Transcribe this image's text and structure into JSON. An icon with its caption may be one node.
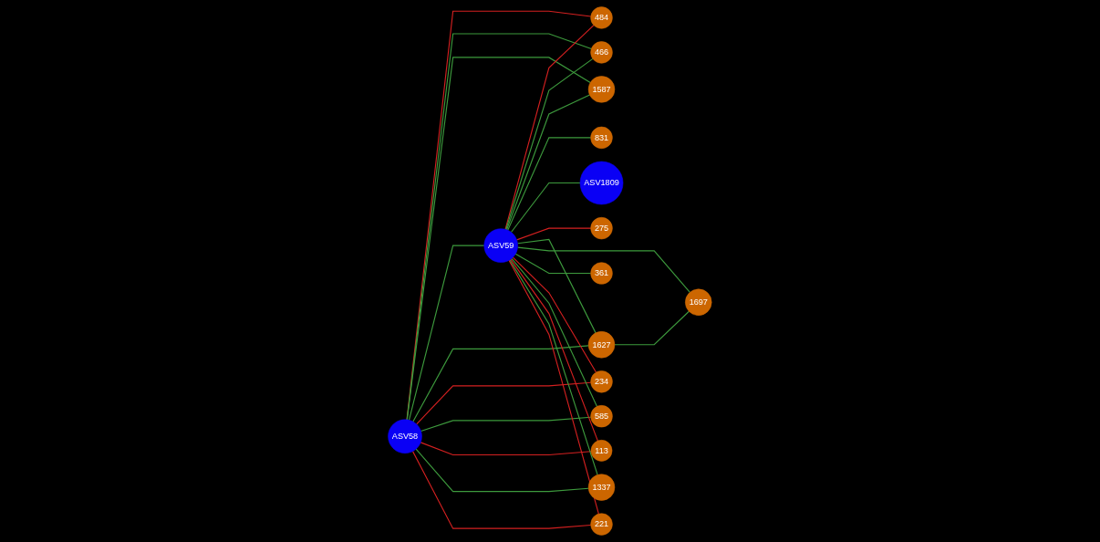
{
  "diagram": {
    "nodes": [
      {
        "text": [
          "ASV58"
        ]
      },
      {
        "text": [
          "1627"
        ]
      },
      {
        "text": [
          "1697"
        ]
      },
      {
        "text": [
          "484"
        ]
      },
      {
        "text": [
          "234"
        ]
      },
      {
        "text": [
          "361"
        ]
      },
      {
        "text": [
          "585"
        ]
      },
      {
        "text": [
          "1587"
        ]
      },
      {
        "text": [
          "113"
        ]
      },
      {
        "text": [
          "466"
        ]
      },
      {
        "text": [
          "1337"
        ]
      },
      {
        "text": [
          "221"
        ]
      },
      {
        "text": [
          "ASV59"
        ]
      },
      {
        "text": [
          "831"
        ]
      },
      {
        "text": [
          "275"
        ]
      },
      {
        "text": [
          "ASV1809"
        ]
      }
    ],
    "edges": [
      {
        "from": 0,
        "to": 3,
        "arrow": "none",
        "color": "#d42020"
      },
      {
        "from": 0,
        "to": 9,
        "arrow": "none"
      },
      {
        "from": 0,
        "to": 7,
        "arrow": "none"
      },
      {
        "from": 0,
        "to": 12,
        "arrow": "none"
      },
      {
        "from": 0,
        "to": 1,
        "arrow": "none"
      },
      {
        "from": 0,
        "to": 4,
        "arrow": "none",
        "color": "#d42020"
      },
      {
        "from": 0,
        "to": 6,
        "arrow": "none"
      },
      {
        "from": 0,
        "to": 8,
        "arrow": "none",
        "color": "#d42020"
      },
      {
        "from": 0,
        "to": 10,
        "arrow": "none"
      },
      {
        "from": 0,
        "to": 11,
        "arrow": "none",
        "color": "#d42020"
      },
      {
        "from": 1,
        "to": 2,
        "arrow": "none"
      },
      {
        "from": 12,
        "to": 3,
        "arrow": "none",
        "color": "#d42020"
      },
      {
        "from": 12,
        "to": 9,
        "arrow": "none"
      },
      {
        "from": 12,
        "to": 7,
        "arrow": "none"
      },
      {
        "from": 12,
        "to": 13,
        "arrow": "none"
      },
      {
        "from": 12,
        "to": 15,
        "arrow": "none"
      },
      {
        "from": 12,
        "to": 14,
        "arrow": "none",
        "color": "#d42020"
      },
      {
        "from": 12,
        "to": 1,
        "arrow": "none"
      },
      {
        "from": 12,
        "to": 2,
        "arrow": "none"
      },
      {
        "from": 12,
        "to": 5,
        "arrow": "none"
      },
      {
        "from": 12,
        "to": 4,
        "arrow": "none",
        "color": "#d42020"
      },
      {
        "from": 12,
        "to": 6,
        "arrow": "none"
      },
      {
        "from": 12,
        "to": 8,
        "arrow": "none",
        "color": "#d42020"
      },
      {
        "from": 12,
        "to": 10,
        "arrow": "none"
      },
      {
        "from": 12,
        "to": 11,
        "arrow": "none",
        "color": "#d42020"
      }
    ]
  }
}
